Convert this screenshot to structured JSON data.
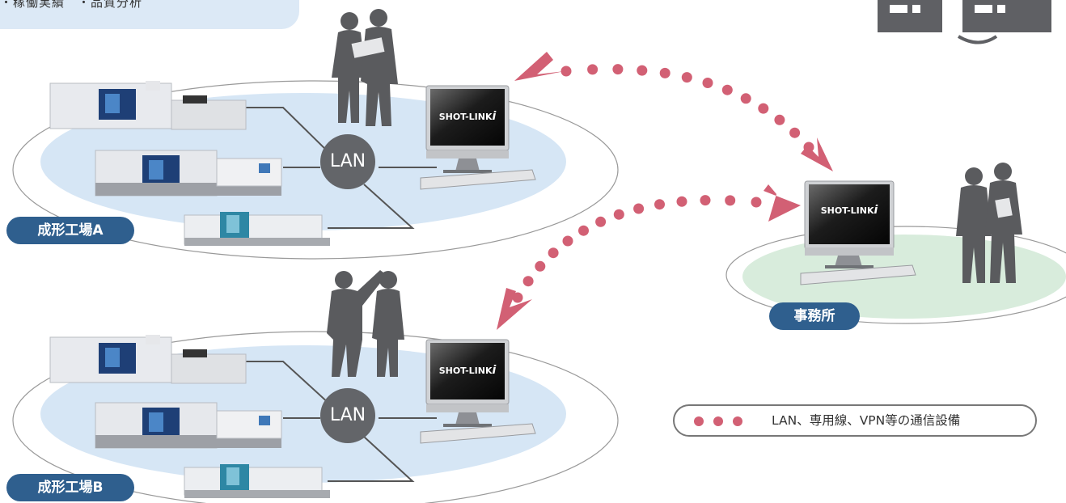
{
  "note": {
    "text": "・稼働実績　・品質分析"
  },
  "factory_a": {
    "label": "成形工場A",
    "lan": "LAN",
    "monitor_brand": "SHOT-LINK",
    "monitor_suffix": "i"
  },
  "factory_b": {
    "label": "成形工場B",
    "lan": "LAN",
    "monitor_brand": "SHOT-LINK",
    "monitor_suffix": "i"
  },
  "office": {
    "label": "事務所",
    "monitor_brand": "SHOT-LINK",
    "monitor_suffix": "i"
  },
  "legend": {
    "text": "LAN、専用線、VPN等の通信設備"
  },
  "colors": {
    "zone_fill": "#d6e6f5",
    "office_fill": "#d8ecdc",
    "badge": "#2f5f8e",
    "lan_node": "#636569",
    "link_dots": "#d26074",
    "silhouette": "#5a5b5e"
  }
}
